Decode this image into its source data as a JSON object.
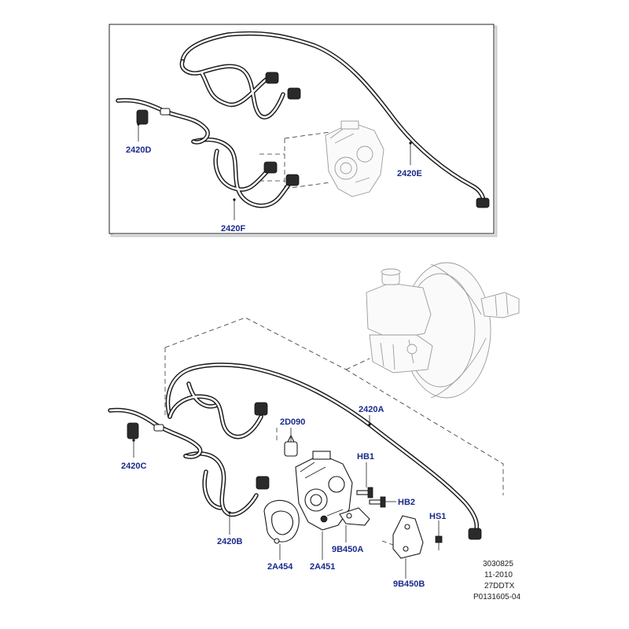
{
  "labels": {
    "top_2420D": "2420D",
    "top_2420E": "2420E",
    "top_2420F": "2420F",
    "bot_2420A": "2420A",
    "bot_2420B": "2420B",
    "bot_2420C": "2420C",
    "bot_2D090": "2D090",
    "bot_HB1": "HB1",
    "bot_HB2": "HB2",
    "bot_HS1": "HS1",
    "bot_9B450A": "9B450A",
    "bot_9B450B": "9B450B",
    "bot_2A451": "2A451",
    "bot_2A454": "2A454"
  },
  "footer": {
    "line1": "3030825",
    "line2": "11-2010",
    "line3": "27DDTX",
    "line4": "P0131605-04"
  },
  "colors": {
    "callout": "#1a2a8a",
    "line": "#1a1a1a",
    "ghost": "#9a9a9a"
  }
}
